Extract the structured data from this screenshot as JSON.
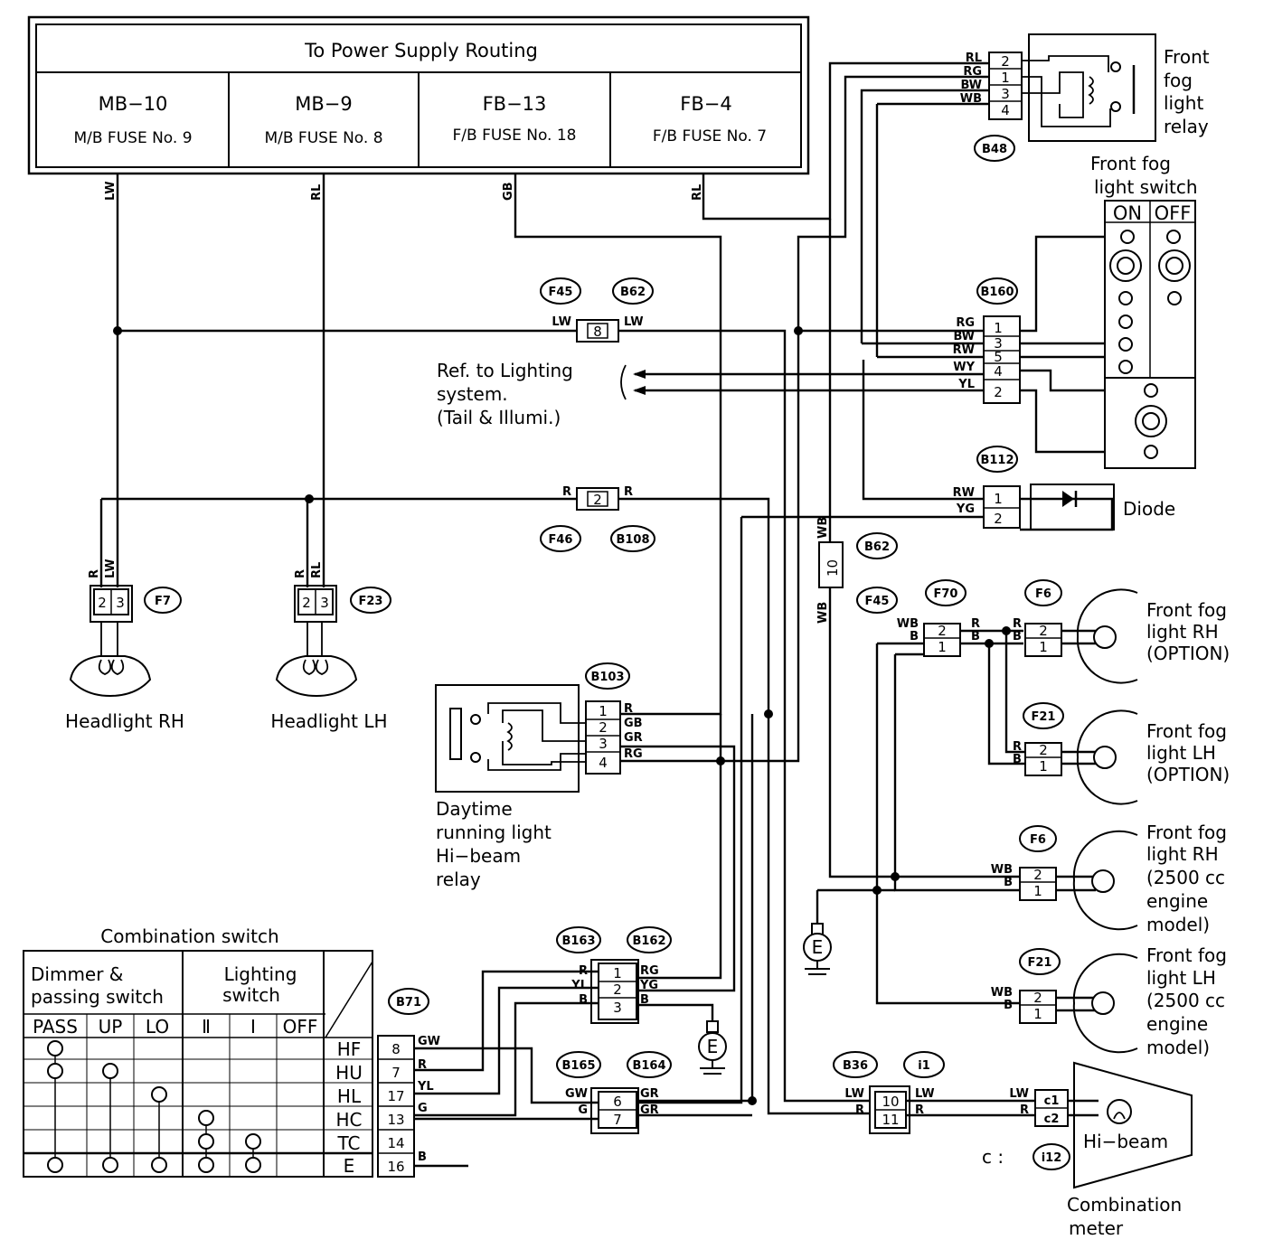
{
  "power": {
    "title": "To Power Supply Routing",
    "fuses": [
      {
        "name": "MB−10",
        "sub": "M/B FUSE No. 9",
        "wire": "LW"
      },
      {
        "name": "MB−9",
        "sub": "M/B FUSE No. 8",
        "wire": "RL"
      },
      {
        "name": "FB−13",
        "sub": "F/B FUSE No. 18",
        "wire": "GB"
      },
      {
        "name": "FB−4",
        "sub": "F/B FUSE No. 7",
        "wire": "RL"
      }
    ]
  },
  "relay_fog": {
    "label": [
      "Front",
      "fog",
      "light",
      "relay"
    ],
    "connector": "B48",
    "pins": [
      "2",
      "1",
      "3",
      "4"
    ],
    "wires": [
      "RL",
      "RG",
      "BW",
      "WB"
    ]
  },
  "fog_switch": {
    "label": [
      "Front fog",
      "light switch"
    ],
    "on": "ON",
    "off": "OFF",
    "connector": "B160",
    "pins": [
      "1",
      "3",
      "5",
      "4",
      "2"
    ],
    "wires": [
      "RG",
      "BW",
      "RW",
      "WY",
      "YL"
    ]
  },
  "diode": {
    "label": "Diode",
    "connector": "B112",
    "pins": [
      "1",
      "2"
    ],
    "wires": [
      "RW",
      "YG"
    ]
  },
  "ref": [
    "Ref. to Lighting",
    "system.",
    "(Tail & Illumi.)"
  ],
  "conn_f45_b62": {
    "left": "F45",
    "right": "B62",
    "pin": "8",
    "wl": "LW",
    "wr": "LW"
  },
  "conn_f46_b108": {
    "left": "F46",
    "right": "B108",
    "pin": "2",
    "wl": "R",
    "wr": "R"
  },
  "headlight_rh": {
    "label": "Headlight RH",
    "connector": "F7",
    "pins": [
      "2",
      "3"
    ],
    "wires": [
      "R",
      "LW"
    ]
  },
  "headlight_lh": {
    "label": "Headlight LH",
    "connector": "F23",
    "pins": [
      "2",
      "3"
    ],
    "wires": [
      "R",
      "RL"
    ]
  },
  "drl_relay": {
    "label": [
      "Daytime",
      "running light",
      "Hi−beam",
      "relay"
    ],
    "connector": "B103",
    "pins": [
      "1",
      "2",
      "3",
      "4"
    ],
    "wires": [
      "R",
      "GB",
      "GR",
      "RG"
    ]
  },
  "b62_10": {
    "connector": "B62",
    "pin": "10",
    "wire": "WB"
  },
  "fog_rh_opt": {
    "label": [
      "Front fog",
      "light RH",
      "(OPTION)"
    ],
    "connector": "F6",
    "pins": [
      "2",
      "1"
    ],
    "wires": [
      "R",
      "B"
    ]
  },
  "fog_lh_opt": {
    "label": [
      "Front fog",
      "light LH",
      "(OPTION)"
    ],
    "connector": "F21",
    "pins": [
      "2",
      "1"
    ],
    "wires": [
      "R",
      "B"
    ]
  },
  "fog_rh_2500": {
    "label": [
      "Front fog",
      "light RH",
      "(2500 cc",
      "engine",
      "model)"
    ],
    "connector": "F6",
    "pins": [
      "2",
      "1"
    ],
    "wires": [
      "WB",
      "B"
    ]
  },
  "fog_lh_2500": {
    "label": [
      "Front fog",
      "light LH",
      "(2500 cc",
      "engine",
      "model)"
    ],
    "connector": "F21",
    "pins": [
      "2",
      "1"
    ],
    "wires": [
      "WB",
      "B"
    ]
  },
  "f45_f70": {
    "left": "F45",
    "right": "F70",
    "pins": [
      "2",
      "1"
    ],
    "wl": [
      "WB",
      "B"
    ],
    "wr": [
      "R",
      "B"
    ]
  },
  "ground": "E",
  "combo_switch": {
    "title": "Combination switch",
    "dimmer": [
      "Dimmer &",
      "passing switch"
    ],
    "lighting": [
      "Lighting",
      "switch"
    ],
    "cols": [
      "PASS",
      "UP",
      "LO",
      "Ⅱ",
      "Ⅰ",
      "OFF"
    ],
    "rows": [
      "HF",
      "HU",
      "HL",
      "HC",
      "TC",
      "E"
    ],
    "connector": "B71",
    "pins": [
      "8",
      "7",
      "17",
      "13",
      "14",
      "16"
    ],
    "wires": [
      "GW",
      "R",
      "YL",
      "G",
      "",
      "B"
    ]
  },
  "b163_b162": {
    "left": "B163",
    "right": "B162",
    "pins": [
      "1",
      "2",
      "3"
    ],
    "wl": [
      "R",
      "YL",
      "B"
    ],
    "wr": [
      "RG",
      "YG",
      "B"
    ]
  },
  "b165_b164": {
    "left": "B165",
    "right": "B164",
    "pins": [
      "6",
      "7"
    ],
    "wl": [
      "GW",
      "G"
    ],
    "wr": [
      "GR",
      "GR"
    ]
  },
  "b36_i1": {
    "left": "B36",
    "right": "i1",
    "pins": [
      "10",
      "11"
    ],
    "wl": [
      "LW",
      "R"
    ],
    "wr": [
      "LW",
      "R"
    ]
  },
  "meter": {
    "label": [
      "Combination",
      "meter"
    ],
    "lamp": "Hi−beam",
    "pins": [
      "c1",
      "c2"
    ],
    "wires": [
      "LW",
      "R"
    ],
    "c_prefix": "c :",
    "c_connector": "i12"
  }
}
